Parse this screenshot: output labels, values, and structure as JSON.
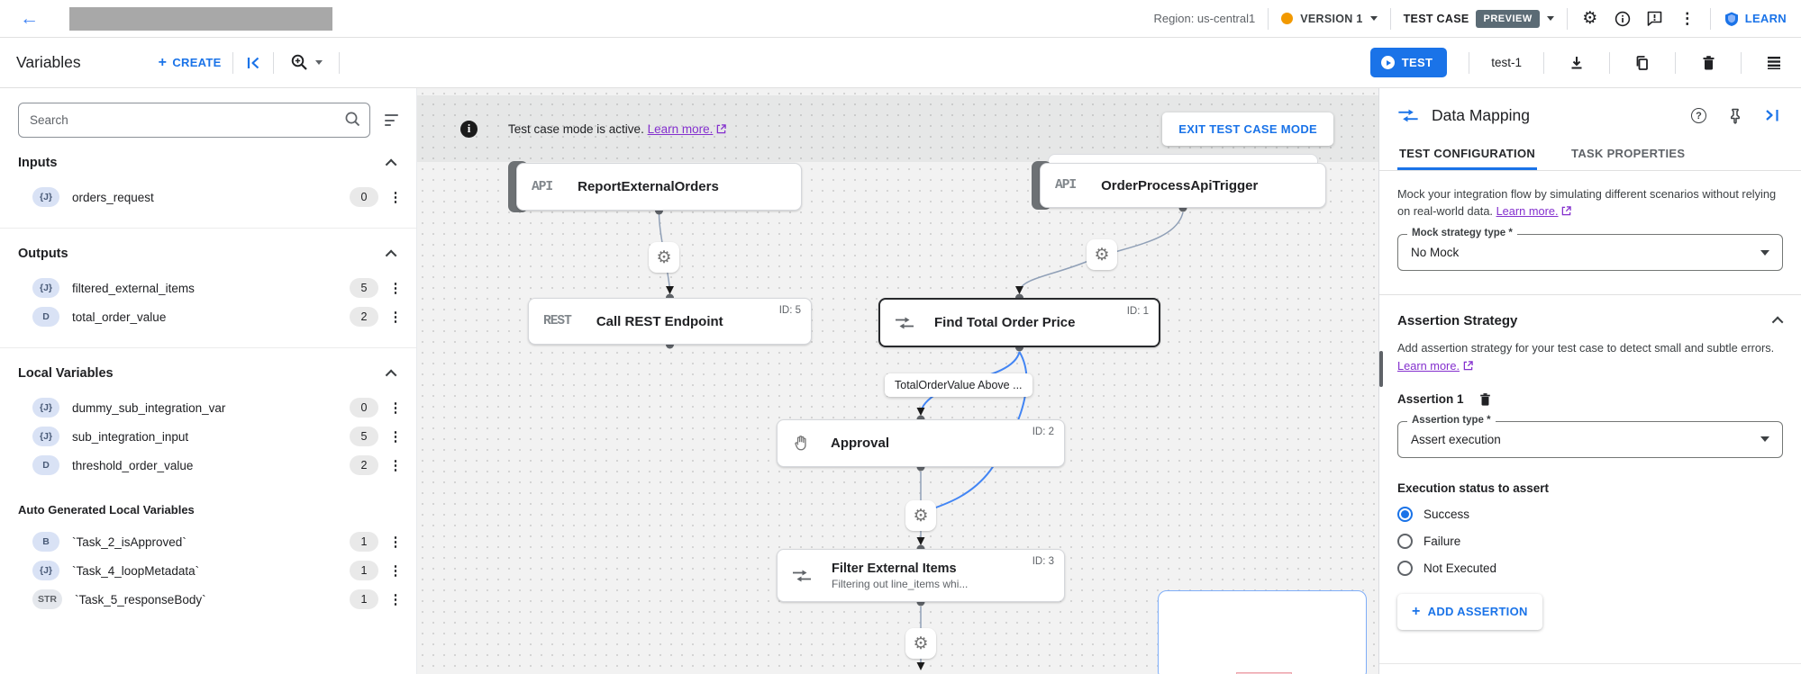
{
  "header": {
    "back_icon": "←",
    "region": "Region: us-central1",
    "version": "VERSION 1",
    "test_case_label": "TEST CASE",
    "preview_badge": "PREVIEW",
    "learn": "LEARN",
    "gear_glyph": "⚙",
    "kebab_glyph": "⋮"
  },
  "toolbar": {
    "title": "Variables",
    "create_label": "CREATE",
    "test_button": "TEST",
    "test_case_name": "test-1"
  },
  "sidebar": {
    "search_placeholder": "Search",
    "kebab_glyph": "⋮",
    "sections": [
      {
        "title": "Inputs",
        "items": [
          {
            "type": "{J}",
            "name": "orders_request",
            "count": "0"
          }
        ]
      },
      {
        "title": "Outputs",
        "items": [
          {
            "type": "{J}",
            "name": "filtered_external_items",
            "count": "5"
          },
          {
            "type": "D",
            "name": "total_order_value",
            "count": "2"
          }
        ]
      },
      {
        "title": "Local Variables",
        "items": [
          {
            "type": "{J}",
            "name": "dummy_sub_integration_var",
            "count": "0"
          },
          {
            "type": "{J}",
            "name": "sub_integration_input",
            "count": "5"
          },
          {
            "type": "D",
            "name": "threshold_order_value",
            "count": "2"
          }
        ]
      },
      {
        "title": "Auto Generated Local Variables",
        "items": [
          {
            "type": "B",
            "name": "`Task_2_isApproved`",
            "count": "1"
          },
          {
            "type": "{J}",
            "name": "`Task_4_loopMetadata`",
            "count": "1"
          },
          {
            "type": "STR",
            "name": "`Task_5_responseBody`",
            "count": "1"
          }
        ]
      }
    ]
  },
  "canvas": {
    "banner": {
      "info_glyph": "i",
      "text": "Test case mode is active.",
      "link": "Learn more.",
      "exit_button": "EXIT TEST CASE MODE"
    },
    "gear_glyph": "⚙",
    "nodes": [
      {
        "badge": "API",
        "title": "ReportExternalOrders"
      },
      {
        "badge": "API",
        "title": "OrderProcessApiTrigger"
      },
      {
        "badge": "REST",
        "title": "Call REST Endpoint",
        "id": "ID: 5"
      },
      {
        "title": "Find Total Order Price",
        "id": "ID: 1"
      },
      {
        "title": "Approval",
        "id": "ID: 2"
      },
      {
        "title": "Filter External Items",
        "subtitle": "Filtering out line_items whi...",
        "id": "ID: 3"
      }
    ],
    "edge_label": "TotalOrderValue Above ..."
  },
  "panel": {
    "title": "Data Mapping",
    "help_glyph": "?",
    "tabs": [
      {
        "label": "TEST CONFIGURATION"
      },
      {
        "label": "TASK PROPERTIES"
      }
    ],
    "mock_desc": "Mock your integration flow by simulating different scenarios without relying on real-world data.",
    "learn_more": "Learn more.",
    "mock_label": "Mock strategy type *",
    "mock_value": "No Mock",
    "assertion_title": "Assertion Strategy",
    "assertion_desc": "Add assertion strategy for your test case to detect small and subtle errors.",
    "assertion_item": "Assertion 1",
    "type_label": "Assertion type *",
    "type_value": "Assert execution",
    "exec_label": "Execution status to assert",
    "radios": [
      {
        "label": "Success"
      },
      {
        "label": "Failure"
      },
      {
        "label": "Not Executed"
      }
    ],
    "add_button": "ADD ASSERTION",
    "accent_color": "#1a73e8"
  }
}
